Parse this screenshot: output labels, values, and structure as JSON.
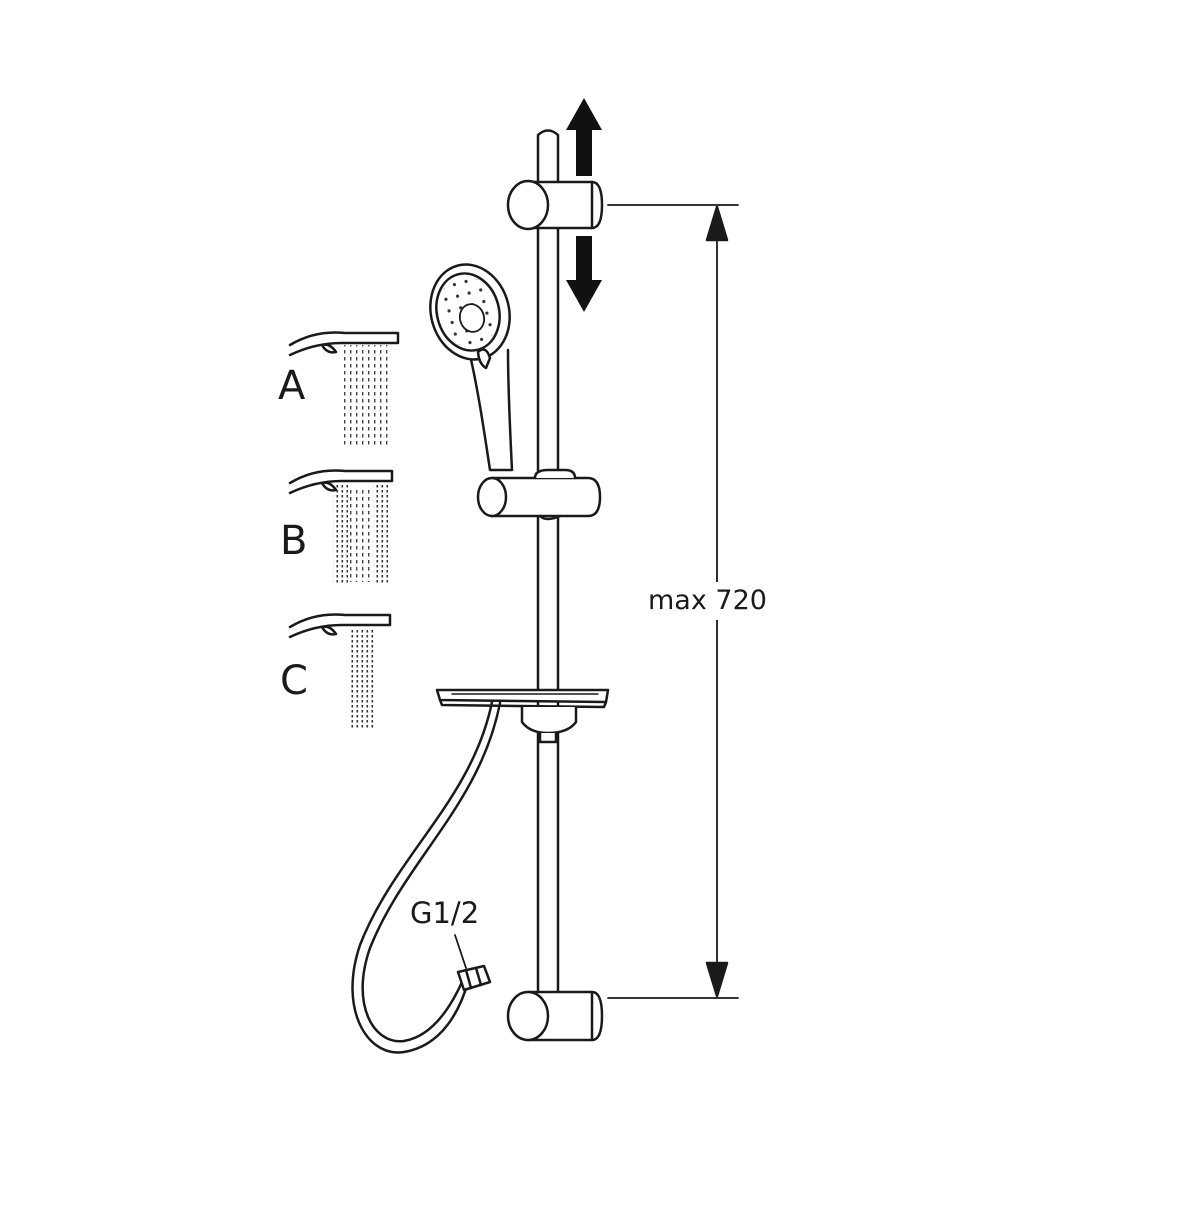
{
  "spray_modes": [
    {
      "letter": "A"
    },
    {
      "letter": "B"
    },
    {
      "letter": "C"
    }
  ],
  "dimension": {
    "label": "max 720"
  },
  "connector": {
    "label": "G1/2"
  },
  "colors": {
    "line": "#1a1a1a",
    "background": "#ffffff"
  }
}
